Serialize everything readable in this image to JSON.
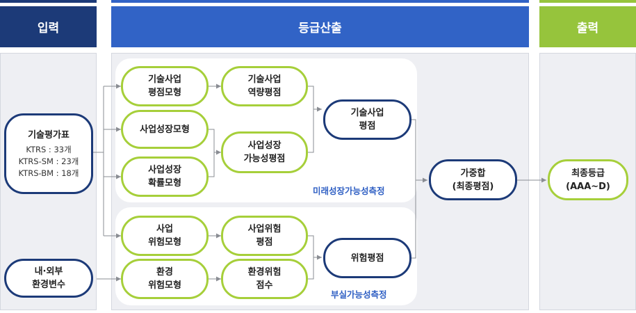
{
  "headers": {
    "input": "입력",
    "grading": "등급산출",
    "output": "출력"
  },
  "colors": {
    "input_header": "#1c3a78",
    "grading_header": "#3163c6",
    "output_header": "#96c43c",
    "green_border": "#a6cf3a",
    "navy_border": "#1c3a78",
    "group_label": "#3060c4"
  },
  "inputs": {
    "tech_eval": {
      "title": "기술평가표",
      "lines": [
        "KTRS : 33개",
        "KTRS-SM : 23개",
        "KTRS-BM : 18개"
      ]
    },
    "env": {
      "line1": "내·외부",
      "line2": "환경변수"
    }
  },
  "models": {
    "tech_business": {
      "line1": "기술사업",
      "line2": "평점모형"
    },
    "growth": {
      "line1": "사업성장모형"
    },
    "growth_prob": {
      "line1": "사업성장",
      "line2": "확률모형"
    },
    "business_risk": {
      "line1": "사업",
      "line2": "위험모형"
    },
    "env_risk": {
      "line1": "환경",
      "line2": "위험모형"
    }
  },
  "evaluations": {
    "tech_capability": {
      "line1": "기술사업",
      "line2": "역량평점"
    },
    "growth_possibility": {
      "line1": "사업성장",
      "line2": "가능성평점"
    },
    "business_risk_score": {
      "line1": "사업위험",
      "line2": "평점"
    },
    "env_risk_score": {
      "line1": "환경위험",
      "line2": "점수"
    }
  },
  "scores": {
    "tech_business_score": {
      "line1": "기술사업",
      "line2": "평점"
    },
    "risk_score": {
      "line1": "위험평점"
    }
  },
  "groups": {
    "future_growth": "미래성장가능성측정",
    "insolvency": "부실가능성측정"
  },
  "weighted": {
    "line1": "가중합",
    "line2": "(최종평점)"
  },
  "final_grade": {
    "line1": "최종등급",
    "line2": "(AAA~D)"
  }
}
